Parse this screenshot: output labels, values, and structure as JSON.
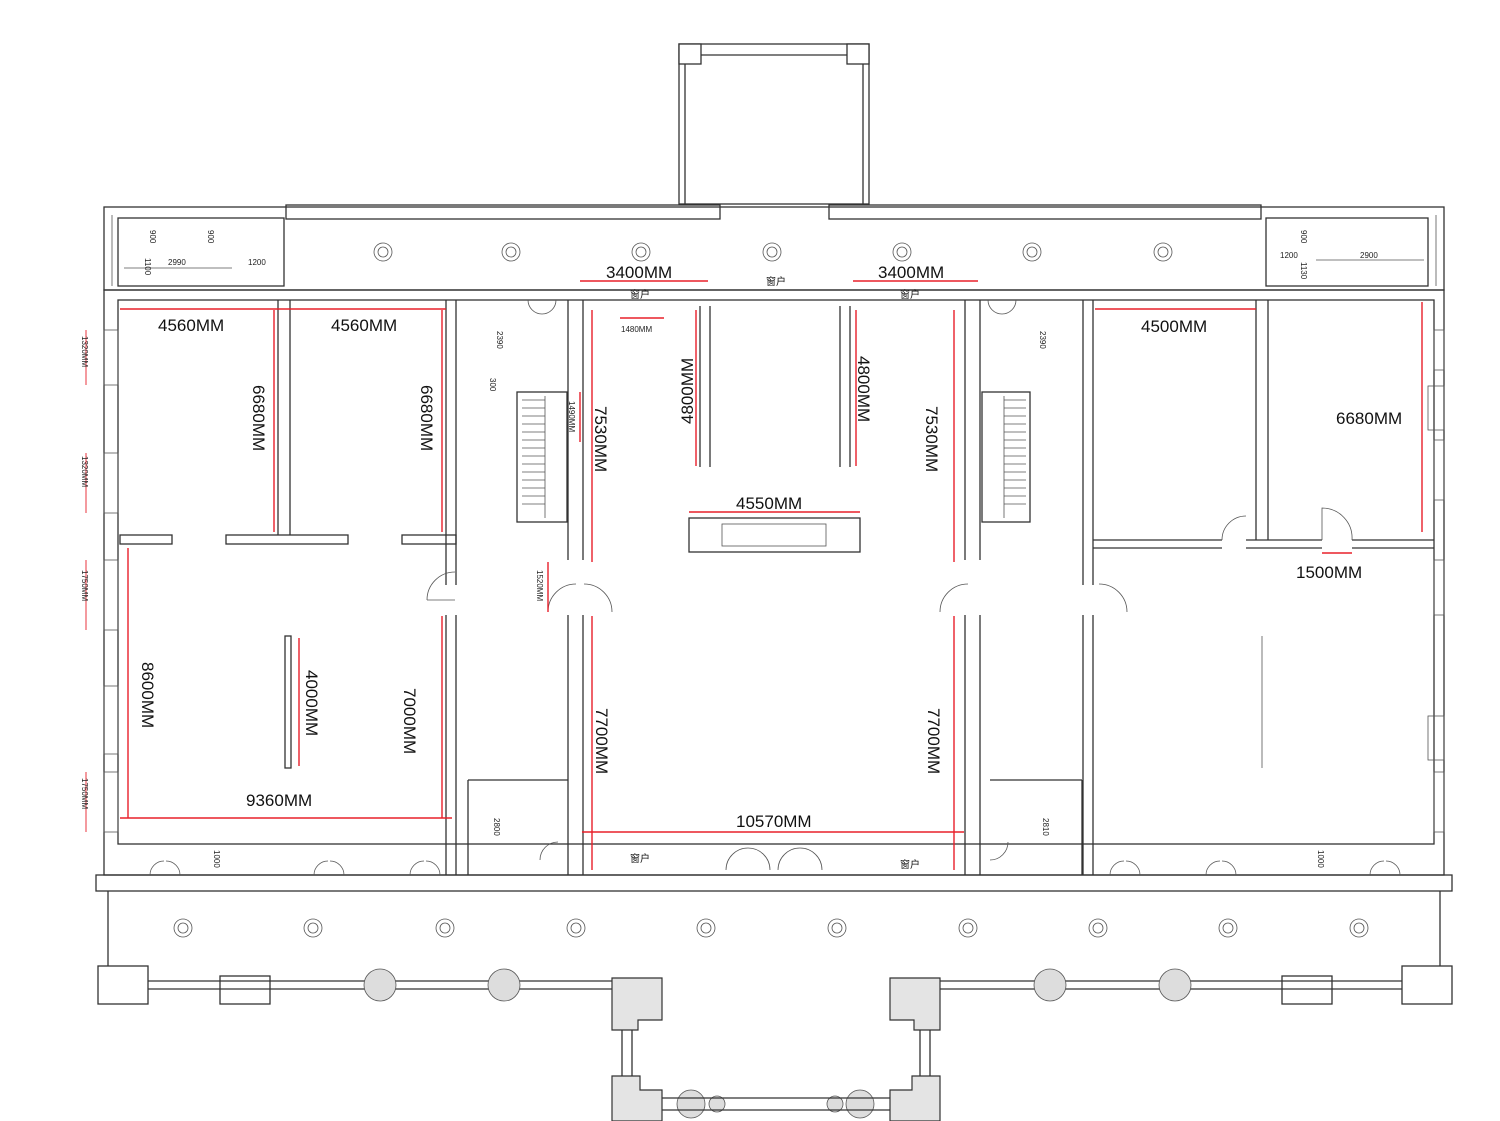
{
  "dimension_labels": {
    "top_left_room_a": "4560MM",
    "top_left_room_b": "4560MM",
    "left_room_a_height": "6680MM",
    "left_room_b_height": "6680MM",
    "bottom_left_height": "8600MM",
    "bottom_left_partition": "4000MM",
    "bottom_left_right_height": "7000MM",
    "bottom_left_width": "9360MM",
    "hall_top_left_width": "3400MM",
    "hall_top_right_width": "3400MM",
    "hall_window_width": "1480MM",
    "hall_left_wall_a": "4800MM",
    "hall_right_wall_a": "4800MM",
    "hall_left_height": "7530MM",
    "hall_right_height": "7530MM",
    "hall_counter_width": "4550MM",
    "hall_left_lower": "7700MM",
    "hall_right_lower": "7700MM",
    "hall_bottom_width": "10570MM",
    "stair_width": "1490MM",
    "door_width": "1520MM",
    "right_room_width": "4500MM",
    "right_room_height": "6680MM",
    "right_door": "1500MM"
  },
  "side_labels": {
    "l1": "1320MM",
    "l2": "1320MM",
    "l3": "1750MM",
    "l4": "1750MM"
  },
  "small_dims": {
    "tl_900a": "900",
    "tl_900b": "900",
    "tl_1100": "1100",
    "tl_2990": "2990",
    "tl_1200": "1200",
    "tr_900": "900",
    "tr_1200": "1200",
    "tr_2900": "2900",
    "tr_1130": "1130",
    "stair_l_2390": "2390",
    "stair_l_300": "300",
    "stair_r_2390": "2390",
    "bl_1000": "1000",
    "bl_2800": "2800",
    "br_2810": "2810",
    "br_1000": "1000"
  },
  "window_labels": {
    "top_center": "窗户",
    "top_left": "窗户",
    "top_right": "窗户",
    "bottom_left": "窗户",
    "bottom_right": "窗户"
  }
}
